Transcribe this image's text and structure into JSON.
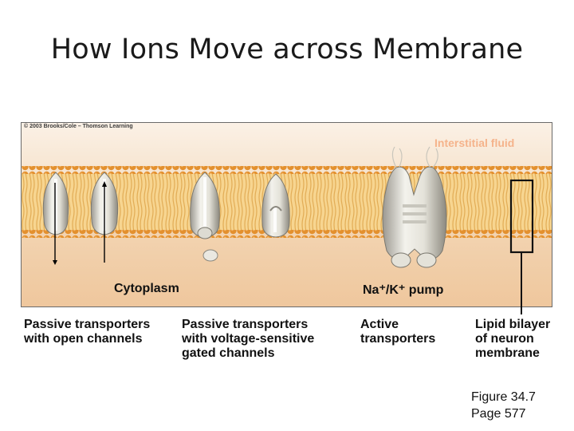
{
  "title": "How Ions Move across Membrane",
  "figure": {
    "copyright": "© 2003 Brooks/Cole – Thomson Learning",
    "interstitial_label": "Interstitial fluid",
    "cytoplasm_label": "Cytoplasm",
    "pump_label": "Na⁺/K⁺ pump"
  },
  "captions": [
    "Passive transporters\nwith open channels",
    "Passive transporters\nwith voltage-sensitive\ngated channels",
    "Active\ntransporters",
    "Lipid bilayer\nof neuron\nmembrane"
  ],
  "figure_ref": {
    "line1": "Figure 34.7",
    "line2": "Page 577"
  },
  "colors": {
    "membrane_heads": "#e79a3a",
    "membrane_tails": "#f4c979",
    "protein": "#e6e4dc",
    "highlight_box": "#111111"
  }
}
